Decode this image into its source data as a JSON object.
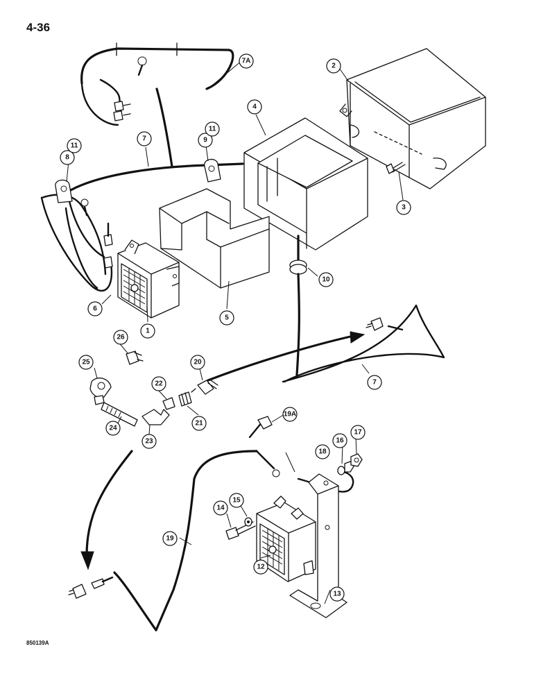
{
  "page": {
    "number": "4-36",
    "figure_code": "850139A"
  },
  "callouts": [
    {
      "id": "c1",
      "label": "1"
    },
    {
      "id": "c2",
      "label": "2"
    },
    {
      "id": "c3",
      "label": "3"
    },
    {
      "id": "c4",
      "label": "4"
    },
    {
      "id": "c5",
      "label": "5"
    },
    {
      "id": "c6",
      "label": "6"
    },
    {
      "id": "c7",
      "label": "7"
    },
    {
      "id": "c7b",
      "label": "7"
    },
    {
      "id": "c7a",
      "label": "7A"
    },
    {
      "id": "c8",
      "label": "8"
    },
    {
      "id": "c9",
      "label": "9"
    },
    {
      "id": "c10",
      "label": "10"
    },
    {
      "id": "c11a",
      "label": "11"
    },
    {
      "id": "c11b",
      "label": "11"
    },
    {
      "id": "c12",
      "label": "12"
    },
    {
      "id": "c13",
      "label": "13"
    },
    {
      "id": "c14",
      "label": "14"
    },
    {
      "id": "c15",
      "label": "15"
    },
    {
      "id": "c16",
      "label": "16"
    },
    {
      "id": "c17",
      "label": "17"
    },
    {
      "id": "c18",
      "label": "18"
    },
    {
      "id": "c19",
      "label": "19"
    },
    {
      "id": "c19a",
      "label": "19A"
    },
    {
      "id": "c20",
      "label": "20"
    },
    {
      "id": "c21",
      "label": "21"
    },
    {
      "id": "c22",
      "label": "22"
    },
    {
      "id": "c23",
      "label": "23"
    },
    {
      "id": "c24",
      "label": "24"
    },
    {
      "id": "c25",
      "label": "25"
    },
    {
      "id": "c26",
      "label": "26"
    }
  ]
}
